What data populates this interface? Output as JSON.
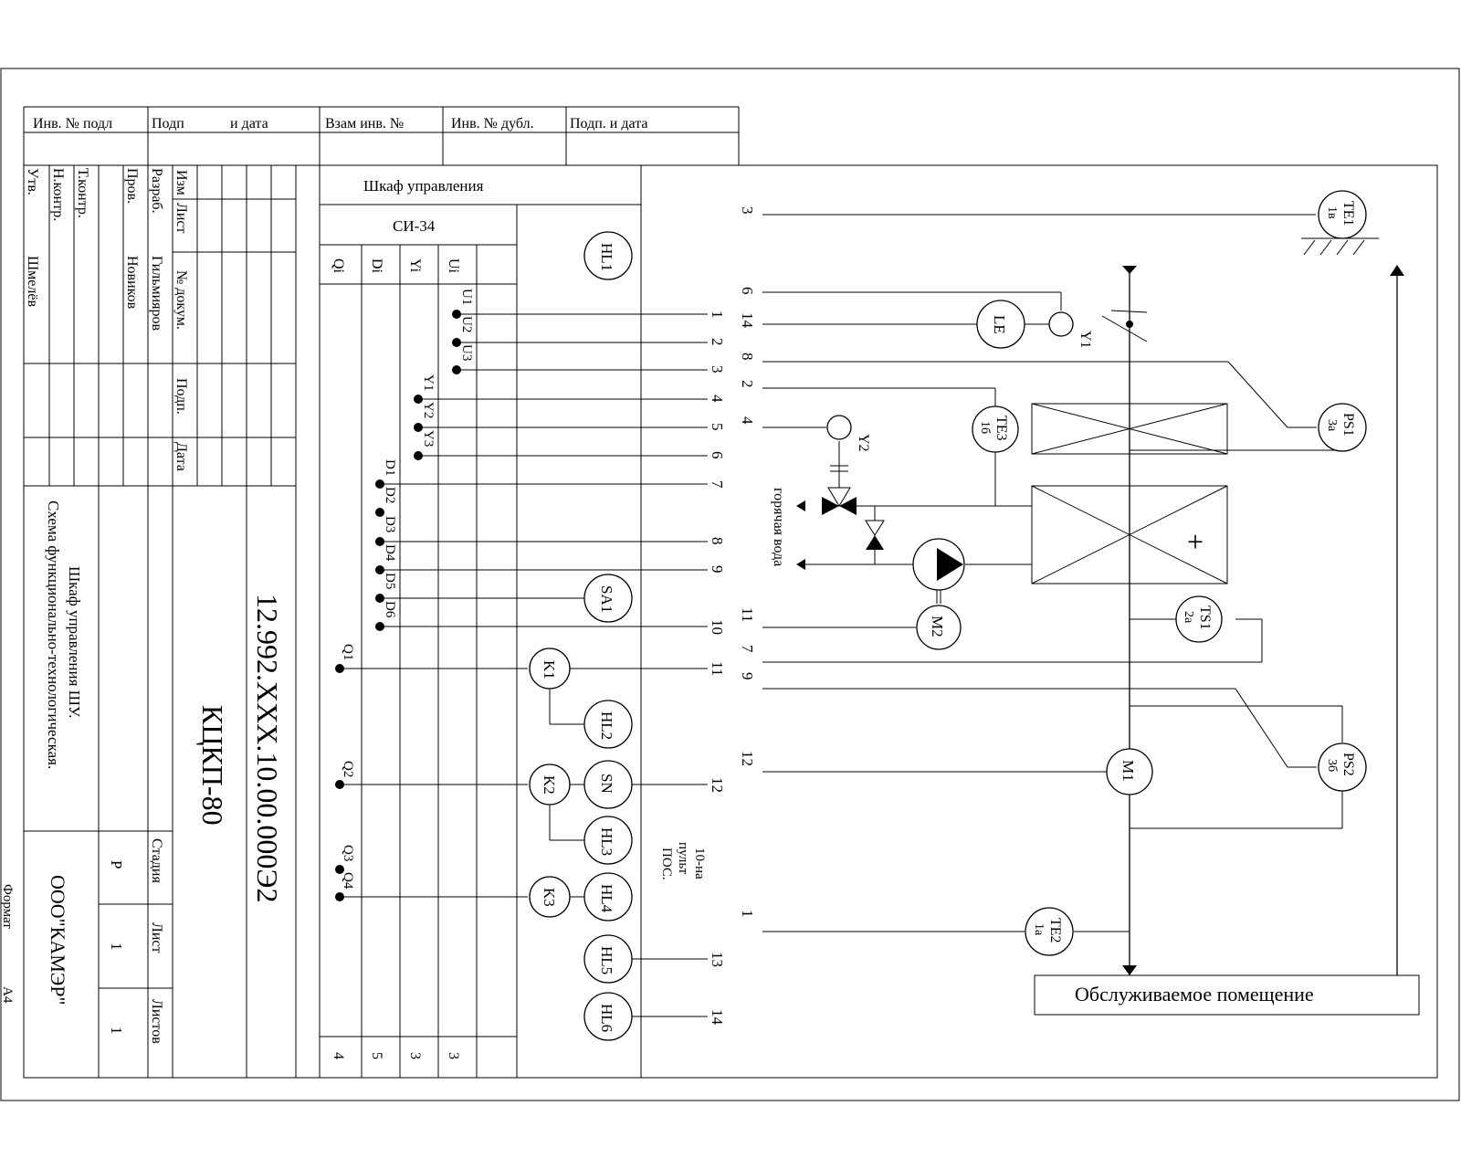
{
  "title_block": {
    "top_row_labels": {
      "inv_podl": "Инв. № подл",
      "podp_data_1": "Подп",
      "podp_data_2": "и дата",
      "vzam_inv": "Взам  инв. №",
      "inv_dubl": "Инв. № дубл.",
      "podp_i_data": "Подп. и дата"
    },
    "stamp": {
      "izm": "Изм",
      "list": "Лист",
      "n_dokum": "№ докум.",
      "podp": "Подп.",
      "data": "Дата",
      "razrab": "Разраб.",
      "razrab_name": "Гильмияров",
      "prov": "Пров.",
      "prov_name": "Новиков",
      "t_kontr": "Т.контр.",
      "n_kontr": "Н.контр.",
      "utv": "Утв.",
      "utv_name": "Шмелёв",
      "stadiya": "Стадия",
      "stadiya_val": "Р",
      "list_label": "Лист",
      "list_val": "1",
      "listov_label": "Листов",
      "listov_val": "1",
      "doc_number": "12.992.XXX.10.00.000Э2",
      "product": "КЦКП-80",
      "doc_title_1": "Шкаф управления ШУ.",
      "doc_title_2": "Схема функционально-технологическая.",
      "company": "ООО\"КАМЭР\"",
      "format_label": "Формат",
      "format_val": "А4"
    }
  },
  "cabinet": {
    "title": "Шкаф управления",
    "controller": "СИ-34",
    "col_headers": [
      "Qi",
      "Di",
      "Yi",
      "Ui"
    ],
    "col_counts": [
      "4",
      "5",
      "3",
      "3"
    ],
    "outputs": {
      "U1": "U1",
      "U2": "U2",
      "U3": "U3",
      "Y1": "Y1",
      "Y2": "Y2",
      "Y3": "Y3",
      "D1": "D1",
      "D2": "D2",
      "D3": "D3",
      "D4": "D4",
      "D5": "D5",
      "D6": "D6",
      "Q1": "Q1",
      "Q2": "Q2",
      "Q3": "Q3",
      "Q4": "Q4"
    },
    "devices": {
      "HL1": "HL1",
      "SA1": "SA1",
      "K1": "K1",
      "HL2": "HL2",
      "K2": "K2",
      "SN": "SN",
      "HL3": "HL3",
      "K3": "K3",
      "HL4": "HL4",
      "HL5": "HL5",
      "HL6": "HL6"
    },
    "remote_note_1": "10-на",
    "remote_note_2": "пульт",
    "remote_note_3": "ПОС."
  },
  "terminals": {
    "cab": [
      "1",
      "2",
      "3",
      "4",
      "5",
      "6",
      "7",
      "8",
      "9",
      "10",
      "11",
      "12",
      "13",
      "14"
    ],
    "field": {
      "r230": "3",
      "r318": "6",
      "r350": "14",
      "r390": "8",
      "r420": "2",
      "r460": "4",
      "r673": "11",
      "r710": "7",
      "r740": "9",
      "r830": "12",
      "r1000": "1"
    }
  },
  "field": {
    "TE1": "TE1",
    "TE1_sub": "1в",
    "LE": "LE",
    "Y1": "Y1",
    "PS1": "PS1",
    "PS1_sub": "3а",
    "TE3": "TE3",
    "TE3_sub": "1б",
    "Y2": "Y2",
    "hot_water": "горячая вода",
    "M2": "M2",
    "TS1": "TS1",
    "TS1_sub": "2а",
    "M1": "M1",
    "PS2": "PS2",
    "PS2_sub": "3б",
    "TE2": "TE2",
    "TE2_sub": "1а",
    "room": "Обслуживаемое помещение",
    "plus": "+"
  }
}
